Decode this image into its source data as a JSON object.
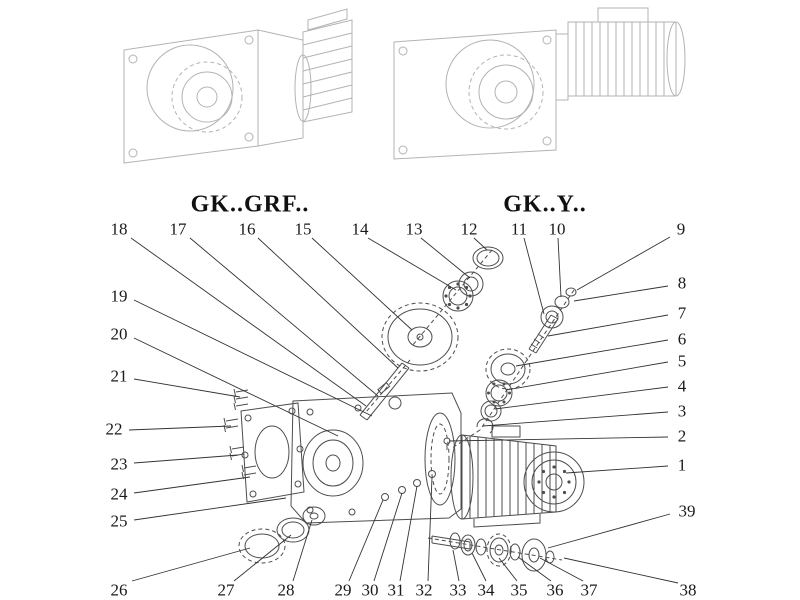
{
  "colors": {
    "background": "#ffffff",
    "faint_line": "#b3b3b3",
    "dark_line": "#4d4d4d",
    "text": "#1a1a1a"
  },
  "models": {
    "left": "GK..GRF..",
    "right": "GK..Y.."
  },
  "callouts": {
    "top": [
      "18",
      "17",
      "16",
      "15",
      "14",
      "13",
      "12",
      "11",
      "10",
      "9"
    ],
    "right": [
      "8",
      "7",
      "6",
      "5",
      "4",
      "3",
      "2",
      "1",
      "39"
    ],
    "left": [
      "19",
      "20",
      "21",
      "22",
      "23",
      "24",
      "25"
    ],
    "bottom": [
      "26",
      "27",
      "28",
      "29",
      "30",
      "31",
      "32",
      "33",
      "34",
      "35",
      "36",
      "37",
      "38"
    ]
  }
}
